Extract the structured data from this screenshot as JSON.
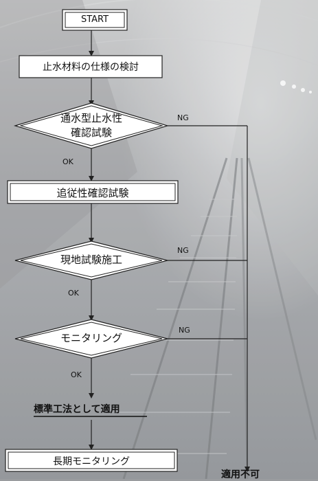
{
  "flowchart": {
    "start": "START",
    "spec_review": "止水材料の仕様の検討",
    "test1": [
      "通水型止水性",
      "確認試験"
    ],
    "test2": "追従性確認試験",
    "field_test": "現地試験施工",
    "monitoring": "モニタリング",
    "standard": "標準工法として適用",
    "long_term": "長期モニタリング",
    "not_applicable": "適用不可",
    "ok": "OK",
    "ng": "NG"
  }
}
